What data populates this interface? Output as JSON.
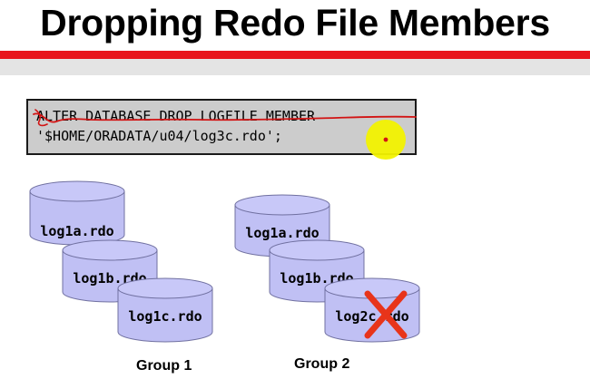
{
  "slide": {
    "title": "Dropping Redo File Members",
    "title_rule_color": "#e8141b"
  },
  "command": {
    "line1": "ALTER DATABASE DROP LOGFILE MEMBER",
    "line2": "'$HOME/ORADATA/u04/log3c.rdo';"
  },
  "annotations": {
    "pen_stroke_color": "#d21414",
    "cursor_highlight_color": "#f2f200",
    "delete_mark_color": "#e8341a"
  },
  "groups": [
    {
      "label": "Group 1",
      "members": [
        "log1a.rdo",
        "log1b.rdo",
        "log1c.rdo"
      ]
    },
    {
      "label": "Group 2",
      "members": [
        "log1a.rdo",
        "log1b.rdo",
        "log2c.rdo"
      ],
      "deleted_member": "log2c.rdo"
    }
  ],
  "disk_color": "#c0c0f4"
}
